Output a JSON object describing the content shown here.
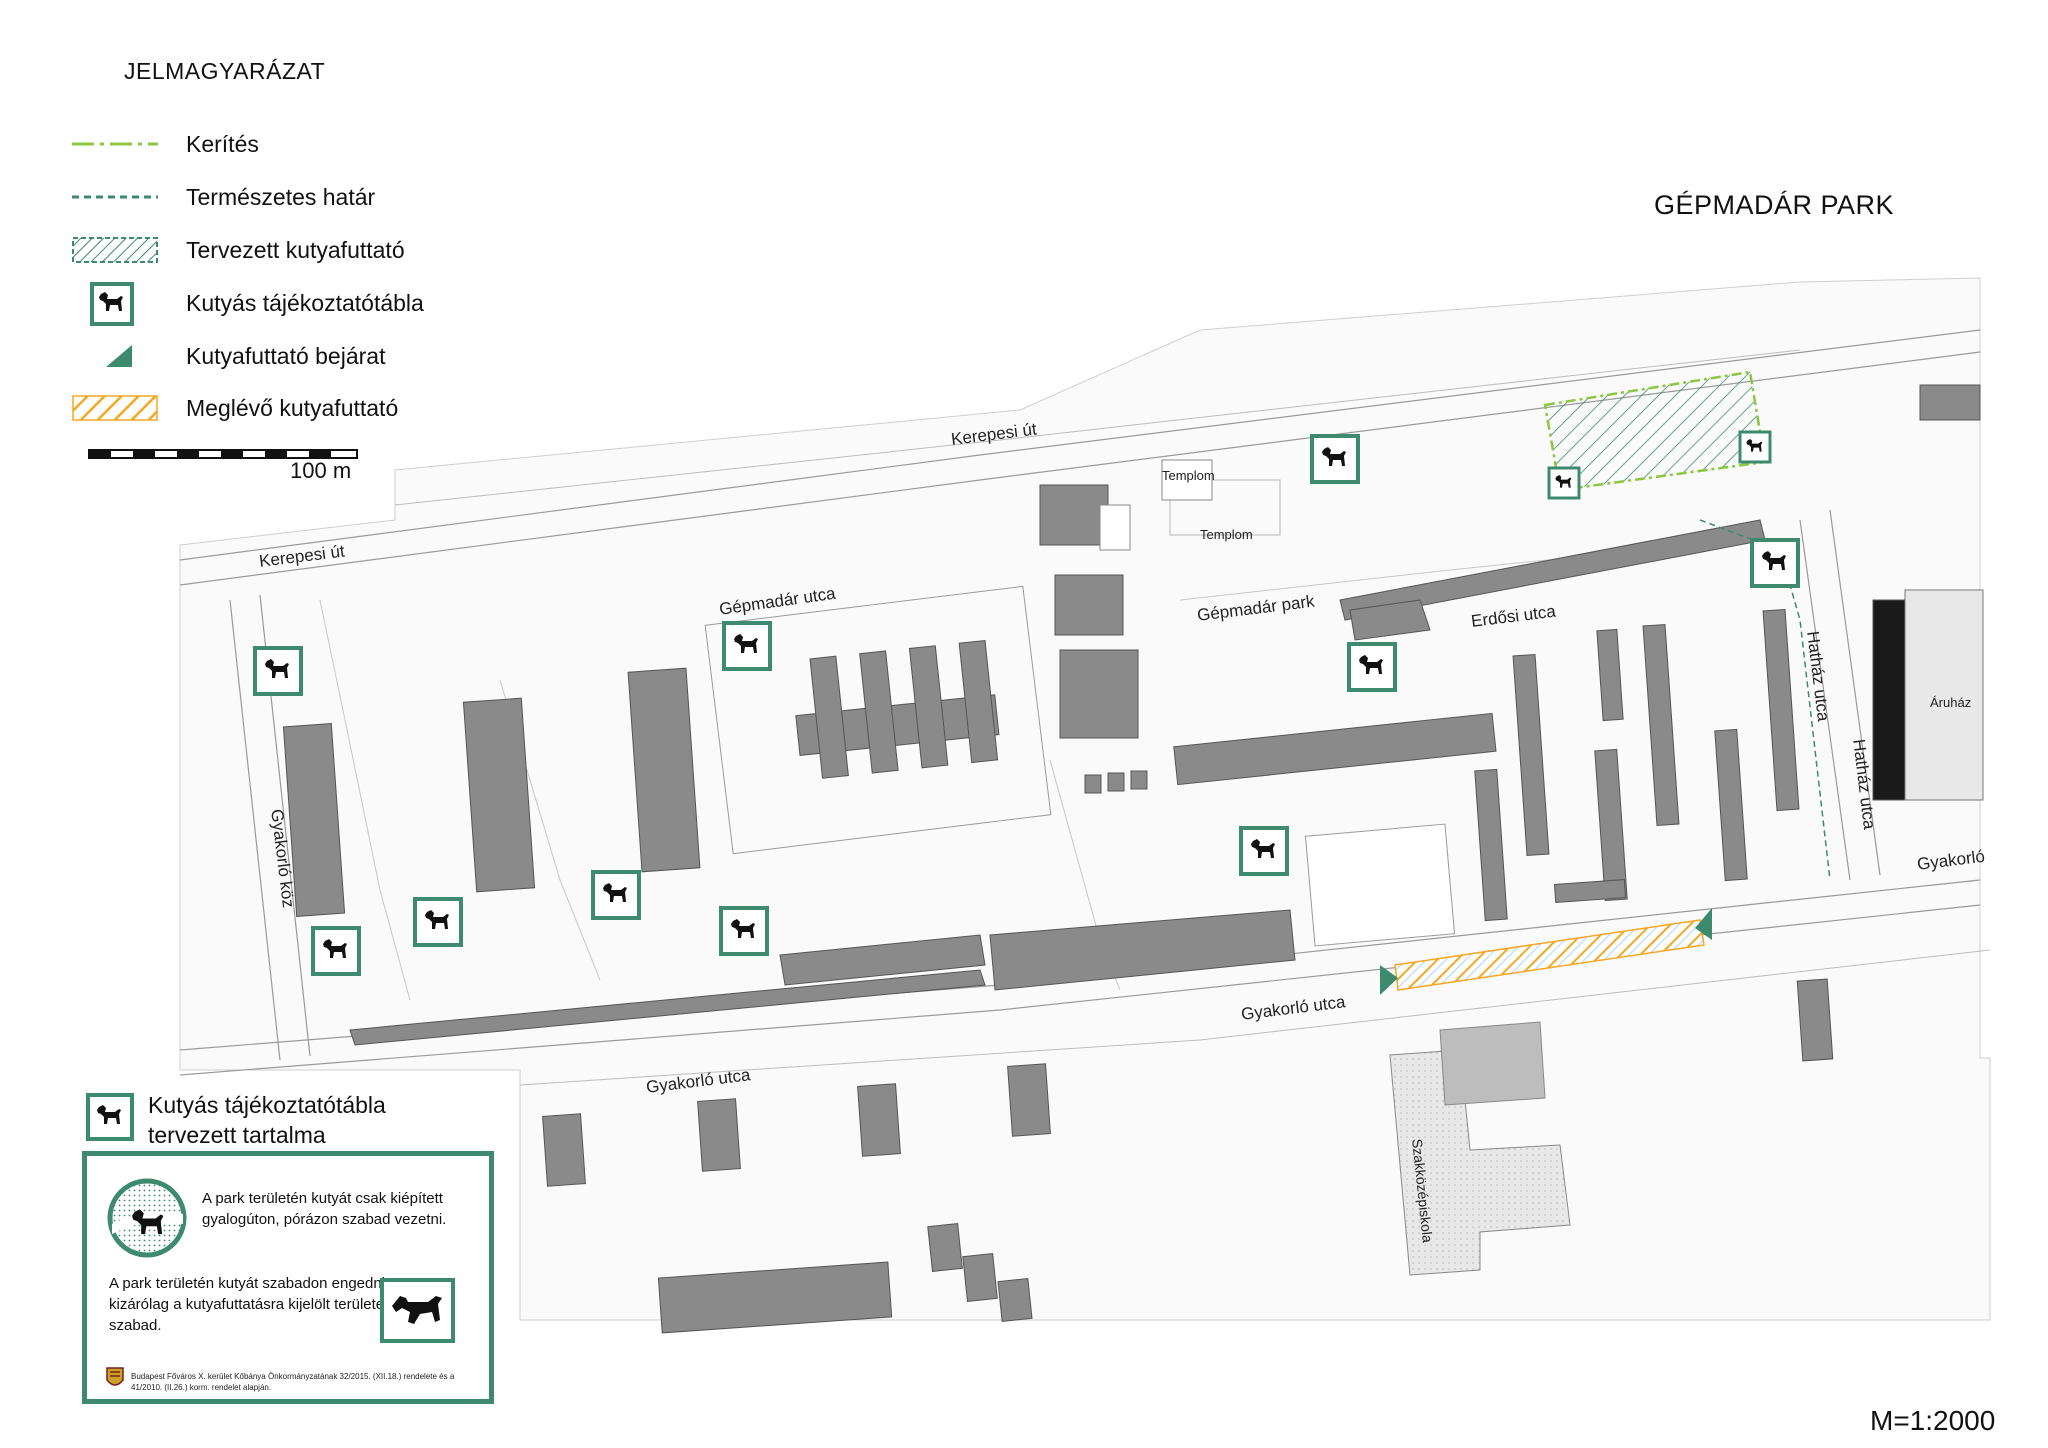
{
  "legend": {
    "title": "JELMAGYARÁZAT",
    "items": [
      {
        "label": "Kerítés",
        "symbol": "green-dash-dot-line",
        "color": "#8dc63f"
      },
      {
        "label": "Természetes határ",
        "symbol": "dark-green-dashed-line",
        "color": "#3e8a6f"
      },
      {
        "label": "Tervezett kutyafuttató",
        "symbol": "green-hatched-area",
        "color": "#3e8a6f"
      },
      {
        "label": "Kutyás tájékoztatótábla",
        "symbol": "dog-sign-icon",
        "color": "#3e8a6f"
      },
      {
        "label": "Kutyafuttató bejárat",
        "symbol": "entrance-triangle-icon",
        "color": "#3e8a6f"
      },
      {
        "label": "Meglévő kutyafuttató",
        "symbol": "orange-hatched-area",
        "color": "#f5a623"
      }
    ],
    "scale_label": "100 m"
  },
  "map": {
    "park_title": "GÉPMADÁR PARK",
    "scale_ratio": "M=1:2000",
    "streets": {
      "kerepesi_ut_top": "Kerepesi út",
      "kerepesi_ut_left": "Kerepesi út",
      "gepmadar_utca": "Gépmadár utca",
      "gepmadar_park": "Gépmadár park",
      "erdosi_utca": "Erdősi utca",
      "hathaz_utca_1": "Hatház utca",
      "hathaz_utca_2": "Hatház utca",
      "gyakorlo_koz": "Gyakorló köz",
      "gyakorlo_utca_1": "Gyakorló utca",
      "gyakorlo_utca_2": "Gyakorló utca",
      "gyakorlo_utca_3": "Gyakorló"
    },
    "buildings": {
      "templom_1": "Templom",
      "templom_2": "Templom",
      "aruhaz": "Áruház",
      "szakkozepiskola": "Szakközépiskola"
    }
  },
  "info": {
    "title_line1": "Kutyás tájékoztatótábla",
    "title_line2": "tervezett tartalma",
    "text1": "A park területén kutyát csak kiépített gyalogúton, pórázon szabad vezetni.",
    "text2": "A park területén kutyát szabadon engedni kizárólag a kutyafuttatásra kijelölt területen szabad.",
    "footnote": "Budapest Főváros X. kerület Kőbánya Önkormányzatának 32/2015. (XII.18.) rendelete és a 41/2010. (II.26.) korm. rendelet alapján."
  },
  "colors": {
    "sign_green": "#3e8a6f",
    "fence_green": "#8dc63f",
    "existing_orange": "#f5a623",
    "building_grey": "#8a8a8a"
  }
}
